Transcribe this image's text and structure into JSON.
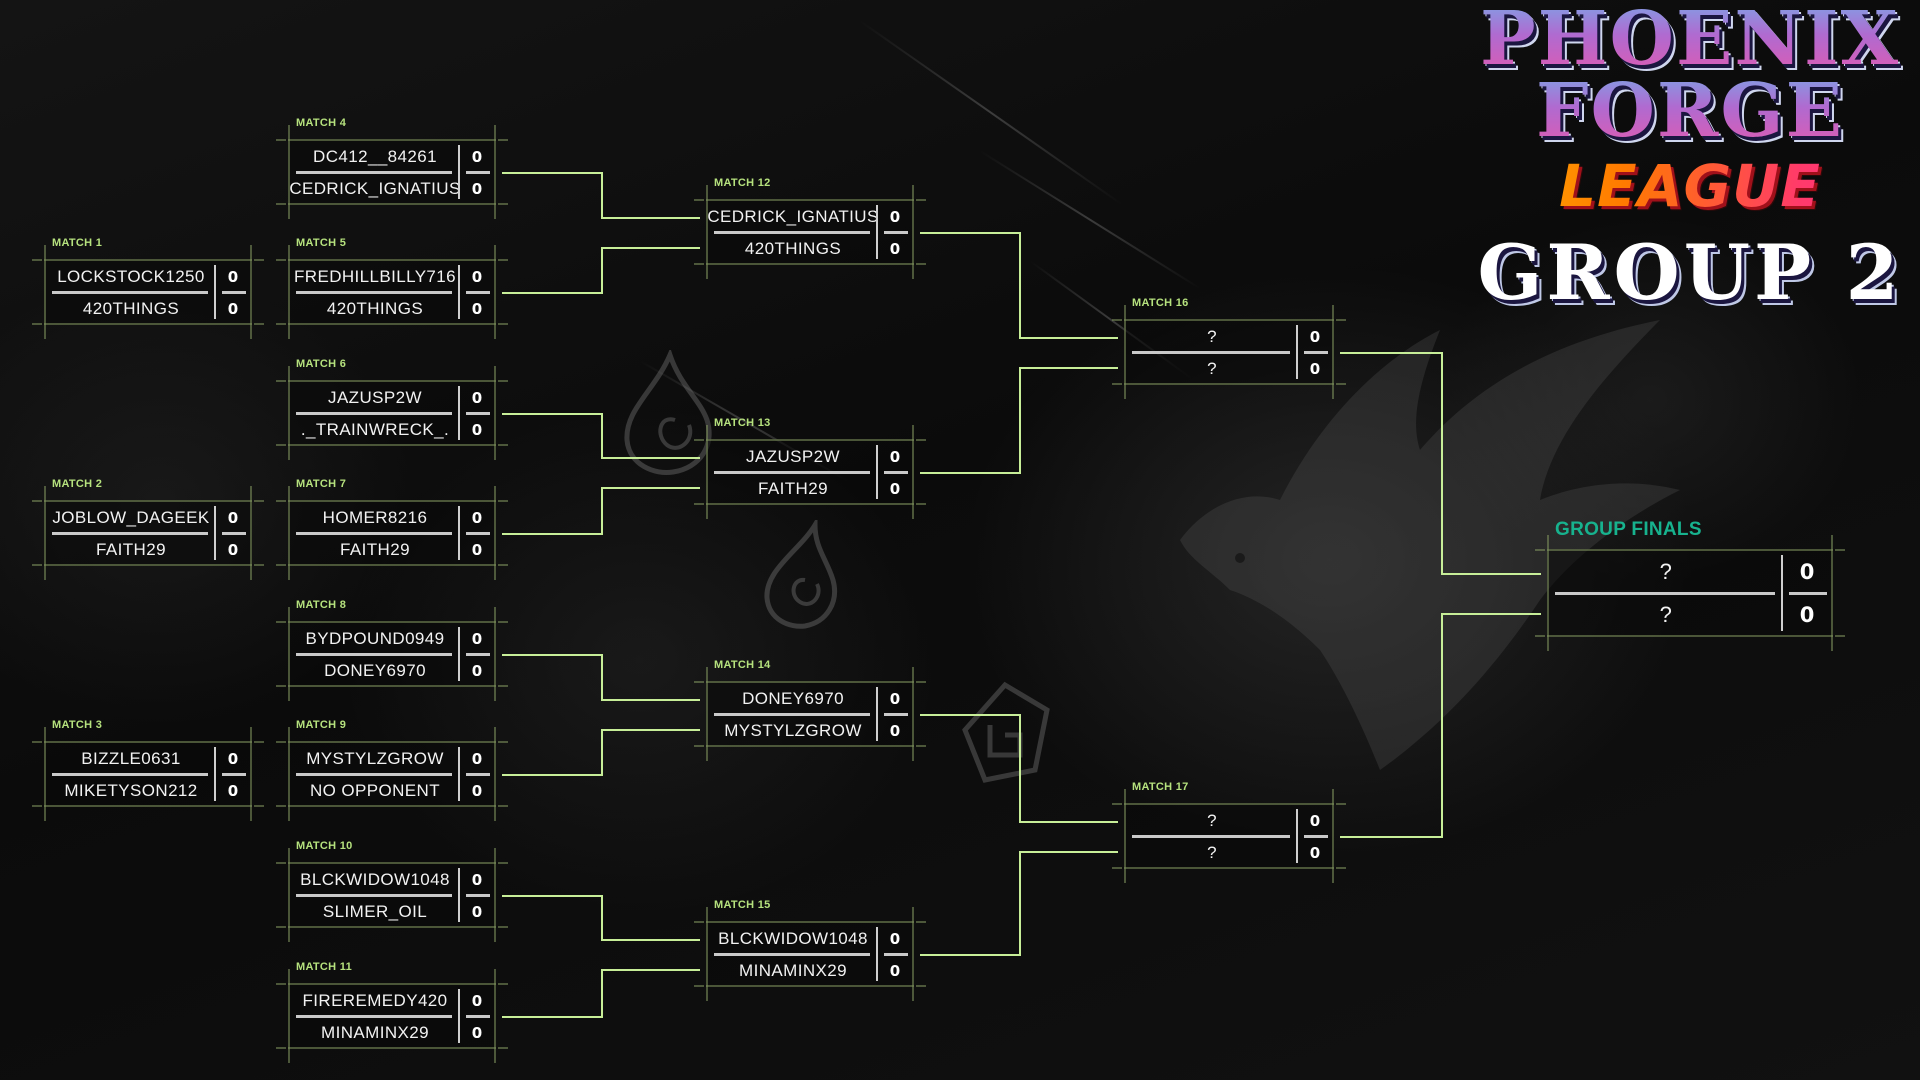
{
  "event": {
    "title_line1": "PHOENIX",
    "title_line2": "FORGE",
    "title_line3": "LEAGUE",
    "subtitle": "GROUP 2"
  },
  "colors": {
    "match_label": "#b6e27e",
    "finals_label": "#17b28e",
    "connector": "#c7ee98",
    "frame": "#82965f",
    "background": "#0d0d0d"
  },
  "matches": [
    {
      "label": "MATCH 1",
      "p1": "LOCKSTOCK1250",
      "s1": "0",
      "p2": "420THINGS",
      "s2": "0"
    },
    {
      "label": "MATCH 2",
      "p1": "JOBLOW_DAGEEK",
      "s1": "0",
      "p2": "FAITH29",
      "s2": "0"
    },
    {
      "label": "MATCH 3",
      "p1": "BIZZLE0631",
      "s1": "0",
      "p2": "MIKETYSON212",
      "s2": "0"
    },
    {
      "label": "MATCH 4",
      "p1": "DC412__84261",
      "s1": "0",
      "p2": "CEDRICK_IGNATIUS",
      "s2": "0"
    },
    {
      "label": "MATCH 5",
      "p1": "FREDHILLBILLY716",
      "s1": "0",
      "p2": "420THINGS",
      "s2": "0"
    },
    {
      "label": "MATCH 6",
      "p1": "JAZUSP2W",
      "s1": "0",
      "p2": "._TRAINWRECK_.",
      "s2": "0"
    },
    {
      "label": "MATCH 7",
      "p1": "HOMER8216",
      "s1": "0",
      "p2": "FAITH29",
      "s2": "0"
    },
    {
      "label": "MATCH 8",
      "p1": "BYDPOUND0949",
      "s1": "0",
      "p2": "DONEY6970",
      "s2": "0"
    },
    {
      "label": "MATCH 9",
      "p1": "MYSTYLZGROW",
      "s1": "0",
      "p2": "NO OPPONENT",
      "s2": "0"
    },
    {
      "label": "MATCH 10",
      "p1": "BLCKWIDOW1048",
      "s1": "0",
      "p2": "SLIMER_OIL",
      "s2": "0"
    },
    {
      "label": "MATCH 11",
      "p1": "FIREREMEDY420",
      "s1": "0",
      "p2": "MINAMINX29",
      "s2": "0"
    },
    {
      "label": "MATCH 12",
      "p1": "CEDRICK_IGNATIUS",
      "s1": "0",
      "p2": "420THINGS",
      "s2": "0"
    },
    {
      "label": "MATCH 13",
      "p1": "JAZUSP2W",
      "s1": "0",
      "p2": "FAITH29",
      "s2": "0"
    },
    {
      "label": "MATCH 14",
      "p1": "DONEY6970",
      "s1": "0",
      "p2": "MYSTYLZGROW",
      "s2": "0"
    },
    {
      "label": "MATCH 15",
      "p1": "BLCKWIDOW1048",
      "s1": "0",
      "p2": "MINAMINX29",
      "s2": "0"
    },
    {
      "label": "MATCH 16",
      "p1": "?",
      "s1": "0",
      "p2": "?",
      "s2": "0"
    },
    {
      "label": "MATCH 17",
      "p1": "?",
      "s1": "0",
      "p2": "?",
      "s2": "0"
    },
    {
      "label": "GROUP FINALS",
      "p1": "?",
      "s1": "0",
      "p2": "?",
      "s2": "0"
    }
  ]
}
